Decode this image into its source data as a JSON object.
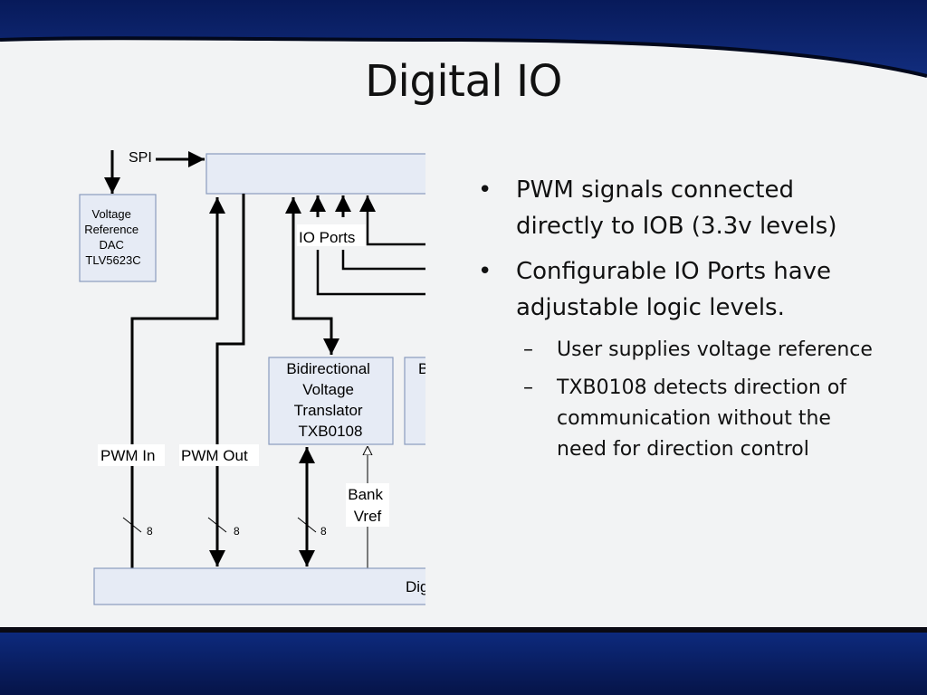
{
  "slide": {
    "title": "Digital IO",
    "colors": {
      "band": "#0a1f66",
      "band_dark": "#061240",
      "box_fill": "#e6ebf5",
      "box_stroke": "#8a9bbd"
    }
  },
  "diagram": {
    "top_label_partial": "SPI",
    "voltage_ref": {
      "line1": "Voltage",
      "line2": "Reference",
      "line3": "DAC",
      "line4": "TLV5623C"
    },
    "io_ports_label": "IO Ports",
    "bidir": {
      "line1": "Bidirectional",
      "line2": "Voltage",
      "line3": "Translator",
      "line4": "TXB0108"
    },
    "second_box_partial": "B",
    "pwm_in_label": "PWM In",
    "pwm_out_label": "PWM Out",
    "bank_vref": {
      "line1": "Bank",
      "line2": "Vref"
    },
    "bus_width_1": "8",
    "bus_width_2": "8",
    "bus_width_3": "8",
    "bottom_box_partial": "Dig"
  },
  "bullets": [
    {
      "marker": "•",
      "text": "PWM signals connected directly to IOB (3.3v levels)"
    },
    {
      "marker": "•",
      "text": "Configurable IO Ports have adjustable logic levels."
    }
  ],
  "sub_bullets": [
    {
      "marker": "–",
      "text": "User supplies voltage reference"
    },
    {
      "marker": "–",
      "text": "TXB0108 detects direction of communication without the need for direction control"
    }
  ]
}
